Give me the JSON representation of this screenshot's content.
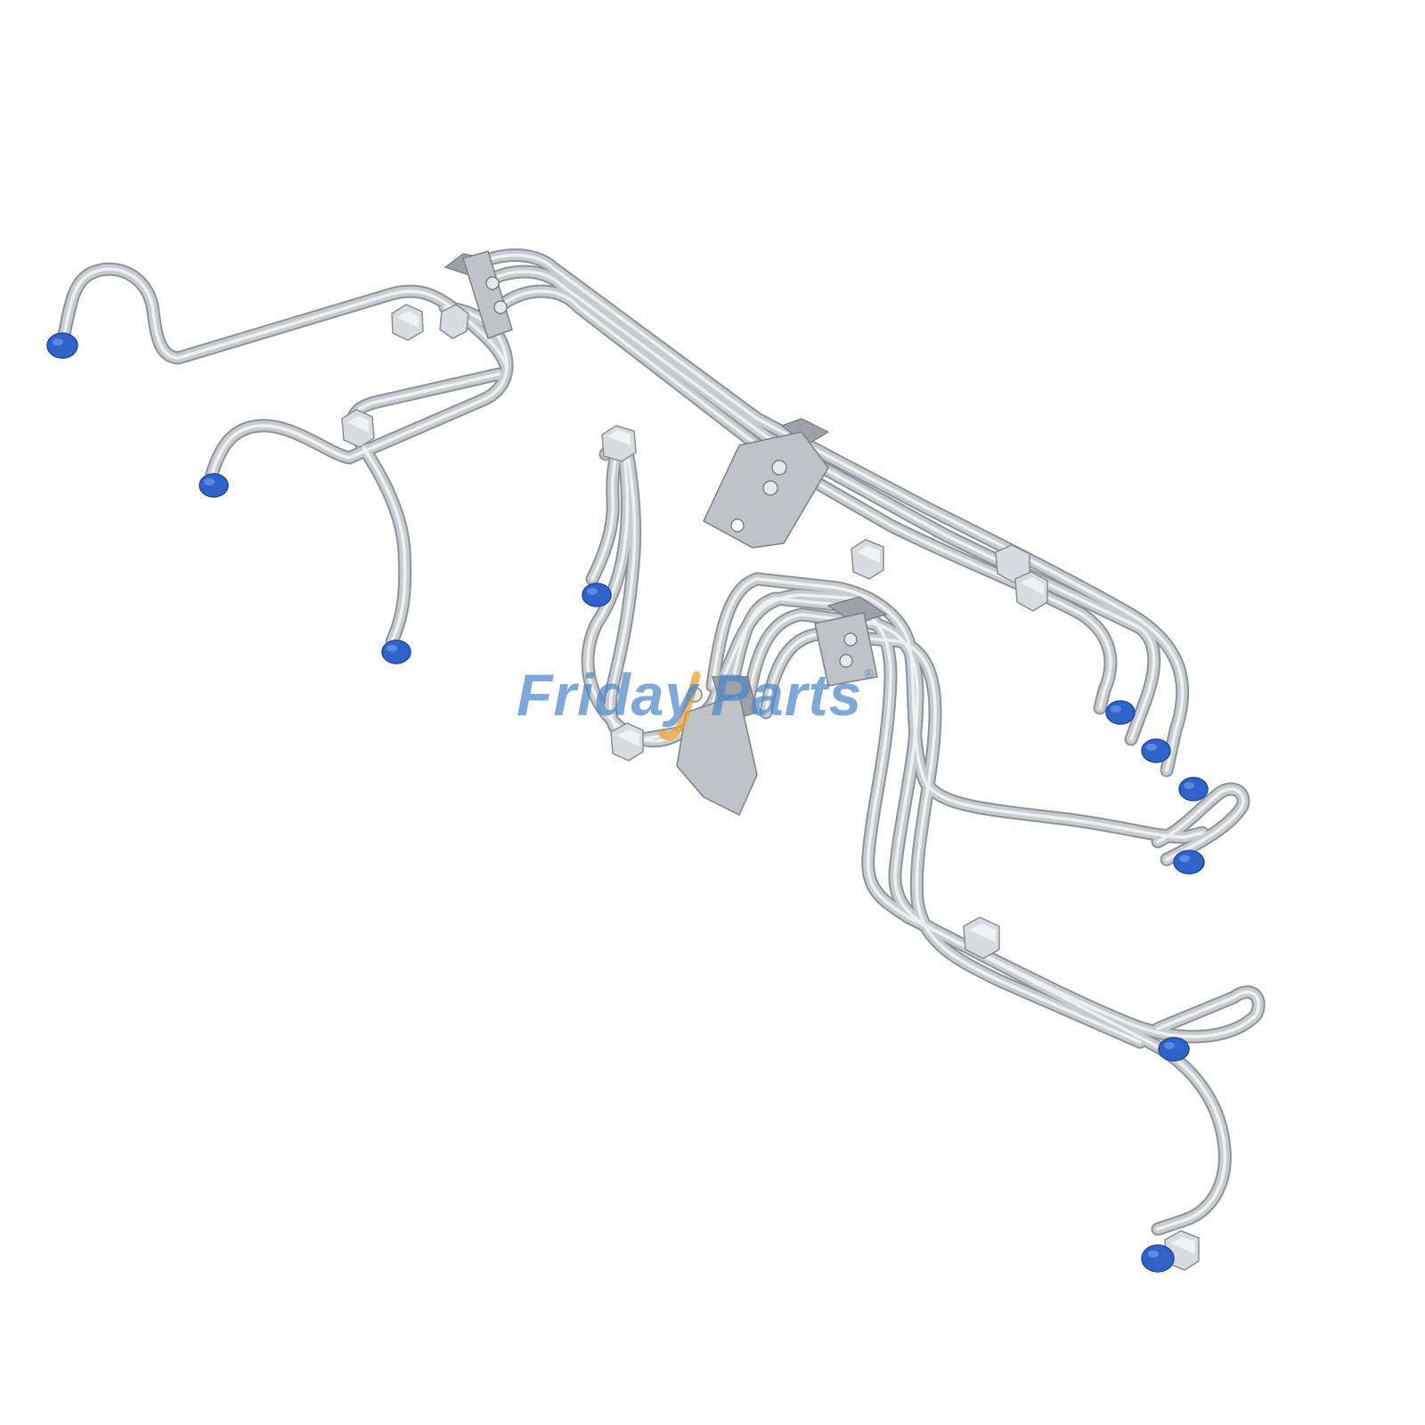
{
  "image": {
    "description": "Product photo of a set of stainless steel diesel fuel injection lines with blue protective end caps, hex fittings and mounting brackets on a white background",
    "background_color": "#ffffff"
  },
  "watermark": {
    "part1": "Friday",
    "part2": "Parts",
    "registered_mark": "®",
    "color": "#4d87c9",
    "accent_color": "#f0a030"
  },
  "colors": {
    "tube": "#c9ccce",
    "cap": "#2f63c9",
    "nut": "#d9dcdf",
    "bracket": "#bfc3c6"
  }
}
